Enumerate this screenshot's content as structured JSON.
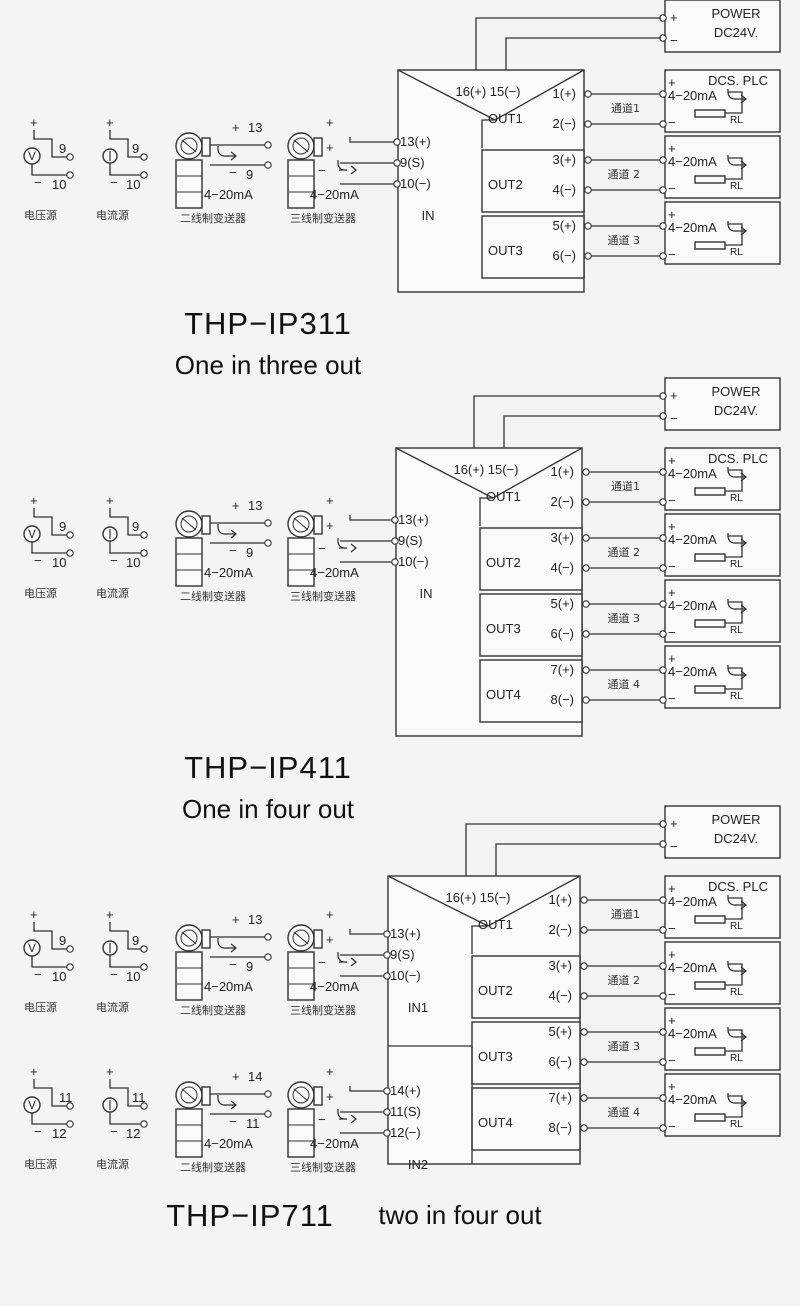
{
  "common": {
    "power_title": "POWER",
    "power_voltage": "DC24V.",
    "plus": "+",
    "minus": "−",
    "dcs_plc": "DCS. PLC",
    "range_label": "4−20mA",
    "rl_label": "RL",
    "v_glyph": "V",
    "src_voltage": "电压源",
    "src_current": "电流源",
    "two_wire": "二线制变送器",
    "three_wire": "三线制变送器",
    "power_terms": "16(+) 15(−)",
    "s_term": "9(S)"
  },
  "diagrams": [
    {
      "model": "THP−IP311",
      "subtitle": "One in three out",
      "inputs": [
        {
          "pos_num": "9",
          "neg_num": "10",
          "p_term": "13(+)",
          "s_term": "9(S)",
          "n_term": "10(−)",
          "label": "IN",
          "tx2_top": "13",
          "tx2_bot": "9"
        }
      ],
      "outputs": [
        {
          "name": "OUT1",
          "pos": "1(+)",
          "neg": "2(−)",
          "channel": "通道1"
        },
        {
          "name": "OUT2",
          "pos": "3(+)",
          "neg": "4(−)",
          "channel": "通道 2"
        },
        {
          "name": "OUT3",
          "pos": "5(+)",
          "neg": "6(−)",
          "channel": "通道 3"
        }
      ]
    },
    {
      "model": "THP−IP411",
      "subtitle": "One in four out",
      "inputs": [
        {
          "pos_num": "9",
          "neg_num": "10",
          "p_term": "13(+)",
          "s_term": "9(S)",
          "n_term": "10(−)",
          "label": "IN",
          "tx2_top": "13",
          "tx2_bot": "9"
        }
      ],
      "outputs": [
        {
          "name": "OUT1",
          "pos": "1(+)",
          "neg": "2(−)",
          "channel": "通道1"
        },
        {
          "name": "OUT2",
          "pos": "3(+)",
          "neg": "4(−)",
          "channel": "通道 2"
        },
        {
          "name": "OUT3",
          "pos": "5(+)",
          "neg": "6(−)",
          "channel": "通道 3"
        },
        {
          "name": "OUT4",
          "pos": "7(+)",
          "neg": "8(−)",
          "channel": "通道 4"
        }
      ]
    },
    {
      "model": "THP−IP711",
      "subtitle": "two in four out",
      "inputs": [
        {
          "pos_num": "9",
          "neg_num": "10",
          "p_term": "13(+)",
          "s_term": "9(S)",
          "n_term": "10(−)",
          "label": "IN1",
          "tx2_top": "13",
          "tx2_bot": "9"
        },
        {
          "pos_num": "11",
          "neg_num": "12",
          "p_term": "14(+)",
          "s_term": "11(S)",
          "n_term": "12(−)",
          "label": "IN2",
          "tx2_top": "14",
          "tx2_bot": "11"
        }
      ],
      "outputs": [
        {
          "name": "OUT1",
          "pos": "1(+)",
          "neg": "2(−)",
          "channel": "通道1"
        },
        {
          "name": "OUT2",
          "pos": "3(+)",
          "neg": "4(−)",
          "channel": "通道 2"
        },
        {
          "name": "OUT3",
          "pos": "5(+)",
          "neg": "6(−)",
          "channel": "通道 3"
        },
        {
          "name": "OUT4",
          "pos": "7(+)",
          "neg": "8(−)",
          "channel": "通道 4"
        }
      ]
    }
  ]
}
